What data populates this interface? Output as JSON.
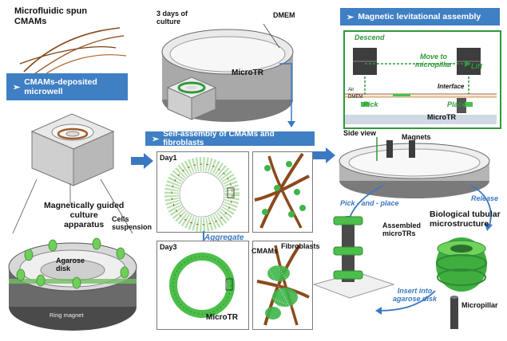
{
  "labels": {
    "spun": "Microfluidic spun\nCMAMs",
    "days": "3 days of\nculture",
    "dmem_top": "DMEM",
    "microtr_top": "MicroTR",
    "deposited_banner": "CMAMs-deposited\nmicrowell",
    "self_assembly_banner": "Self-assembly of CMAMs and fibroblasts",
    "mag_banner": "Magnetic levitational assembly",
    "descend": "Descend",
    "move": "Move to\nmicropillar",
    "lift": "Lift",
    "interface": "Interface",
    "air": "Air",
    "dmem_small": "DMEM",
    "pick": "Pick",
    "place": "Place",
    "microtr_panel": "MicroTR",
    "side_view": "Side view",
    "magnets": "Magnets",
    "guided": "Magnetically guided\nculture\napparatus",
    "cells": "Cells\nsuspension",
    "agarose": "Agarose\ndisk",
    "ring_magnet": "Ring magnet",
    "day1": "Day1",
    "aggregate": "Aggregate",
    "day3": "Day3",
    "cmams": "CMAMs",
    "fibroblasts": "Fibroblasts",
    "microtr_bottom": "MicroTR",
    "pick_and_place": "Pick - and - place",
    "assembled": "Assembled\nmicroTRs",
    "release": "Release",
    "bio": "Biological tubular\nmicrostructure",
    "insert": "Insert into\nagarose disk",
    "micropillar": "Micropillar"
  },
  "colors": {
    "banner": "#3f7fc4",
    "green": "#2e9a3a",
    "brown": "#8b4a1c",
    "arrow_blue": "#3a78c2",
    "dish_gray": "#9a9a9a"
  },
  "icons": [
    "bullet-arrow-icon",
    "flow-arrow-icon"
  ]
}
